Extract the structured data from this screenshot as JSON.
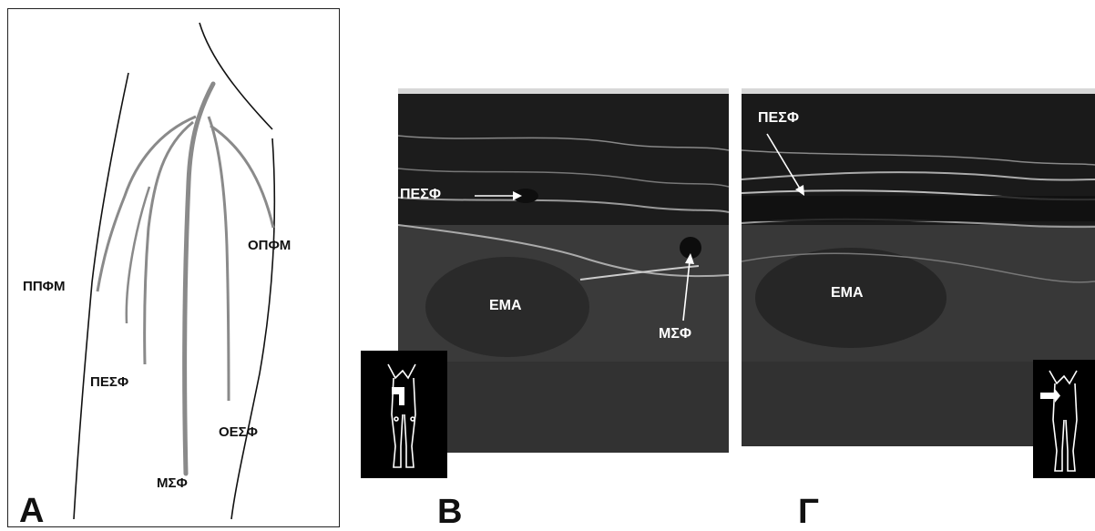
{
  "panel_a": {
    "letter": "A",
    "labels": {
      "oppm": "ΟΠΦΜ",
      "pppm": "ΠΠΦΜ",
      "pesf": "ΠΕΣΦ",
      "oesf": "ΟΕΣΦ",
      "msf": "ΜΣΦ"
    }
  },
  "panel_b": {
    "letter": "B",
    "labels": {
      "pesf": "ΠΕΣΦ",
      "ema": "EMA",
      "msf": "ΜΣΦ"
    }
  },
  "panel_g": {
    "letter": "Γ",
    "labels": {
      "pesf": "ΠΕΣΦ",
      "ema": "EMA"
    }
  },
  "colors": {
    "vein": "#8a8a8a",
    "outline": "#111111",
    "ultrasound_bg": "#1a1a1a",
    "annotation": "#ffffff"
  }
}
